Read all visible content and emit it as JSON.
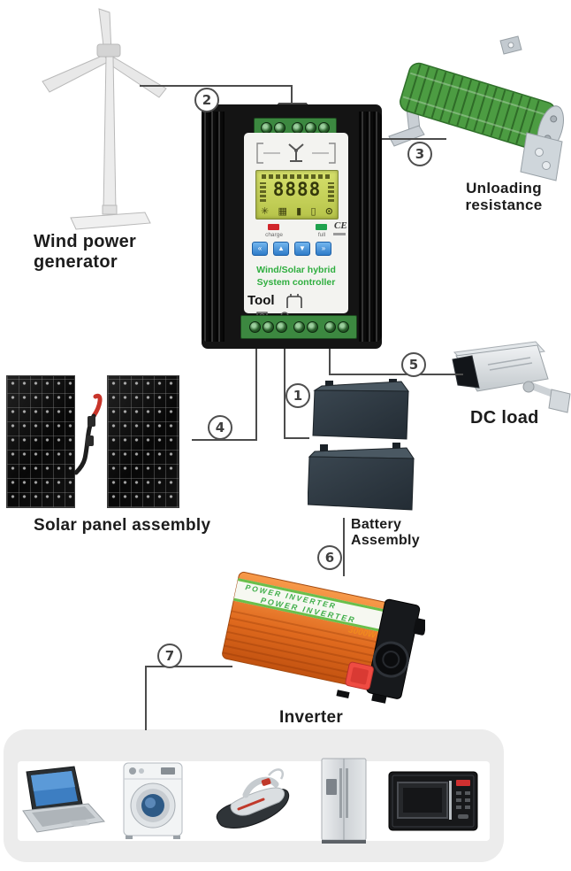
{
  "labels": {
    "wind_generator_line1": "Wind power",
    "wind_generator_line2": "generator",
    "unloading_line1": "Unloading",
    "unloading_line2": "resistance",
    "solar_panel": "Solar panel assembly",
    "dc_load": "DC load",
    "battery_line1": "Battery",
    "battery_line2": "Assembly",
    "inverter": "Inverter"
  },
  "connections": {
    "c1": "1",
    "c2": "2",
    "c3": "3",
    "c4": "4",
    "c5": "5",
    "c6": "6",
    "c7": "7"
  },
  "controller": {
    "brand_line1": "Wind/Solar hybrid",
    "brand_line2": "System controller",
    "lcd_value": "8888",
    "lcd_icons": [
      {
        "name": "sun-icon",
        "glyph": "✳"
      },
      {
        "name": "solar-panel-icon",
        "glyph": "▦"
      },
      {
        "name": "battery-charge-icon",
        "glyph": "▮"
      },
      {
        "name": "battery-icon",
        "glyph": "▯"
      },
      {
        "name": "lamp-icon",
        "glyph": "⊙"
      }
    ],
    "led_charge_label": "charge",
    "led_full_label": "full",
    "cert_mark": "CE",
    "buttons": [
      {
        "glyph": "«"
      },
      {
        "glyph": "▲"
      },
      {
        "glyph": "▼"
      },
      {
        "glyph": "»"
      }
    ],
    "tool_label": "Tool"
  },
  "inverter": {
    "stripe_text": "POWER INVERTER",
    "power_text": "3000W"
  },
  "appliance_icons": [
    "laptop",
    "washing-machine",
    "clothes-iron",
    "refrigerator",
    "microwave-oven"
  ],
  "colors": {
    "brand_green": "#2fae3f",
    "lcd_green": "#c9d55a",
    "terminal_green": "#3c8840",
    "resistor_green": "#4c9c42",
    "inverter_orange": "#e8742a",
    "button_blue": "#3f8fd6",
    "led_red": "#d1262b",
    "led_green": "#1fa24e",
    "line_gray": "#4c4c4c"
  }
}
